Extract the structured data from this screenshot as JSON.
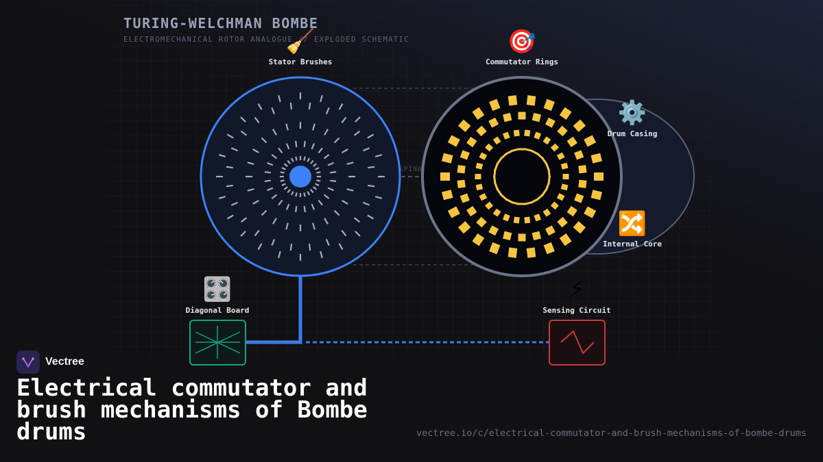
{
  "diagram": {
    "title": "TURING-WELCHMAN BOMBE",
    "subtitle": "ELECTROMECHANICAL ROTOR ANALOGUE // EXPLODED SCHEMATIC",
    "spindle_label": "SPINDLE"
  },
  "components": {
    "stator_brushes": {
      "icon": "🧹",
      "label": "Stator Brushes"
    },
    "commutator_rings": {
      "icon": "🎯",
      "label": "Commutator Rings"
    },
    "drum_casing": {
      "icon": "⚙️",
      "label": "Drum Casing"
    },
    "internal_core": {
      "icon": "🔀",
      "label": "Internal Core"
    },
    "diagonal_board": {
      "icon": "🎛️",
      "label": "Diagonal Board"
    },
    "sensing_circuit": {
      "icon": "⚡",
      "label": "Sensing Circuit"
    }
  },
  "colors": {
    "brush_blue": "#3b82f6",
    "contact_yellow": "#f5c542",
    "board_green": "#14a37f",
    "circuit_red": "#c43a3a",
    "brush_tick": "#a7adbb",
    "drum_ring": "#6b7488"
  },
  "footer": {
    "brand": "Vectree",
    "headline": "Electrical commutator and brush mechanisms of Bombe drums",
    "url": "vectree.io/c/electrical-commutator-and-brush-mechanisms-of-bombe-drums"
  }
}
